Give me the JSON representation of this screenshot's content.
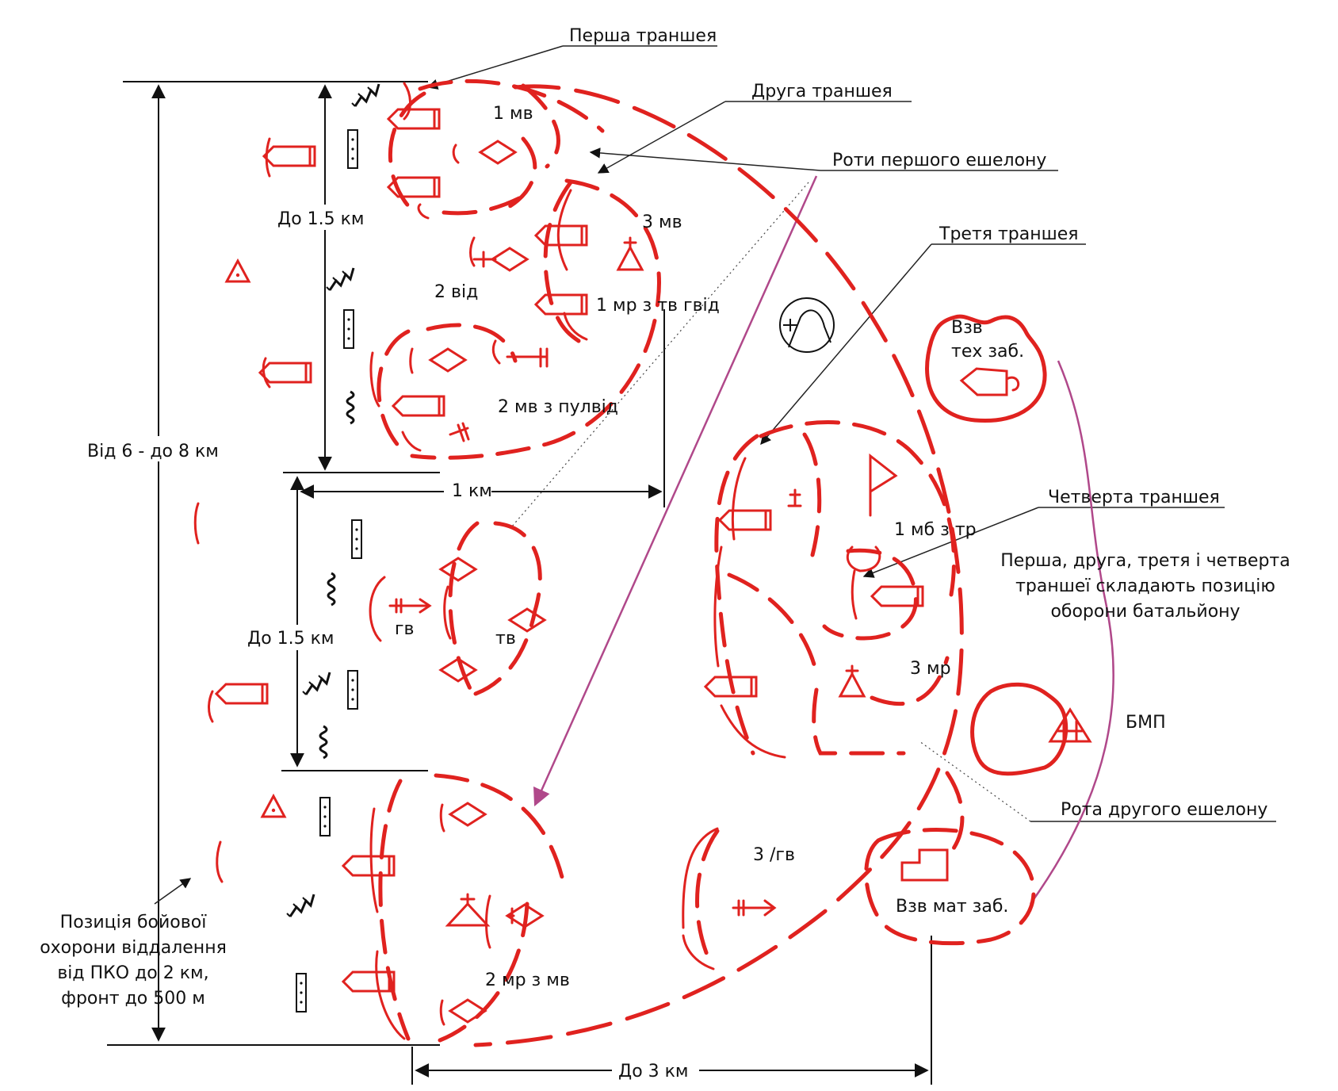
{
  "colors": {
    "unit": "#e0221f",
    "ink": "#111111",
    "arrow": "#b0488a"
  },
  "labels": {
    "first_trench": "Перша траншея",
    "second_trench": "Друга траншея",
    "first_echelon_companies": "Роти першого ешелону",
    "third_trench": "Третя траншея",
    "fourth_trench": "Четверта траншея",
    "positions_note_1": "Перша, друга, третя і четверта",
    "positions_note_2": "траншеї складають позицію",
    "positions_note_3": "оборони батальйону",
    "bmp": "БМП",
    "second_echelon_company": "Рота другого ешелону",
    "security_1": "Позиція бойової",
    "security_2": "охорони віддалення",
    "security_3": "від ПКО до 2 км,",
    "security_4": "фронт до 500 м"
  },
  "units": {
    "u1mv": "1 мв",
    "u3mv": "3 мв",
    "u2vid": "2 від",
    "u1mr": "1 мр з тв гвід",
    "u2mv": "2 мв  з пулвід",
    "gv": "гв",
    "tv": "тв",
    "vzv_teh_1": "Взв",
    "vzv_teh_2": "тех заб.",
    "u1mb": "1 мб з тр",
    "u3mr": "3 мр",
    "u3gv": "3 /гв",
    "vzv_mat": "Взв мат заб.",
    "u2mr": "2 мр з мв"
  },
  "dimensions": {
    "front_total": "Від 6 - до 8 км",
    "depth_1": "До 1.5 км",
    "depth_2": "До 1.5 км",
    "width_1": "1 км",
    "width_3": "До 3 км"
  }
}
